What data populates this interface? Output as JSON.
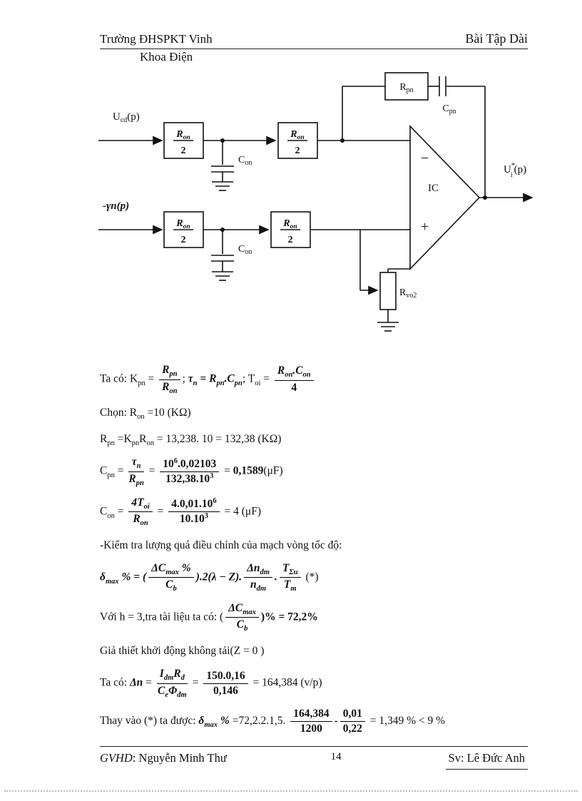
{
  "header": {
    "school": "Trường ĐHSPKT Vinh",
    "title": "Bài Tập Dài",
    "department": "Khoa Điện"
  },
  "diagram": {
    "input_ucd": {
      "main": "U",
      "sub": "cd",
      "tail": "(p)"
    },
    "input_gamma_n": "-γn(p)",
    "r_on_box": {
      "num": "R",
      "num_sub": "on",
      "den": "2"
    },
    "c_on": {
      "main": "C",
      "sub": "on"
    },
    "r_pn": {
      "main": "R",
      "sub": "pn"
    },
    "c_pn": {
      "main": "C",
      "sub": "pn"
    },
    "opamp": {
      "minus": "−",
      "plus": "+",
      "label": "IC"
    },
    "output_ui": {
      "main": "U",
      "sup": "*",
      "sub": "i",
      "tail": "(p)"
    },
    "r_vo2": {
      "main": "R",
      "sub": "vo2"
    }
  },
  "formulas": {
    "line1": [
      {
        "t": "t",
        "v": "Ta có: K"
      },
      {
        "t": "sub",
        "v": "pn"
      },
      {
        "t": "t",
        "v": " = "
      },
      {
        "t": "frac",
        "num": [
          {
            "t": "bi",
            "v": "R"
          },
          {
            "t": "bisub",
            "v": "pn"
          }
        ],
        "den": [
          {
            "t": "bi",
            "v": "R"
          },
          {
            "t": "bisub",
            "v": "on"
          }
        ]
      },
      {
        "t": "t",
        "v": ";  "
      },
      {
        "t": "bi",
        "v": "τ"
      },
      {
        "t": "bisub",
        "v": "n"
      },
      {
        "t": "bi",
        "v": " = R"
      },
      {
        "t": "bisub",
        "v": "pn"
      },
      {
        "t": "bi",
        "v": ".C"
      },
      {
        "t": "bisub",
        "v": "pn"
      },
      {
        "t": "t",
        "v": "; T"
      },
      {
        "t": "sub",
        "v": "oi"
      },
      {
        "t": "t",
        "v": " = "
      },
      {
        "t": "frac",
        "num": [
          {
            "t": "bi",
            "v": "R"
          },
          {
            "t": "bisub",
            "v": "on"
          },
          {
            "t": "bi",
            "v": ".C"
          },
          {
            "t": "bisub",
            "v": "on"
          }
        ],
        "den": [
          {
            "t": "b",
            "v": "4"
          }
        ]
      }
    ],
    "line2": [
      {
        "t": "t",
        "v": "Chọn:  R"
      },
      {
        "t": "sub",
        "v": "on"
      },
      {
        "t": "t",
        "v": " =10 (KΩ)"
      }
    ],
    "line3": [
      {
        "t": "t",
        "v": "R"
      },
      {
        "t": "sub",
        "v": "pn"
      },
      {
        "t": "t",
        "v": " =K"
      },
      {
        "t": "sub",
        "v": "pn"
      },
      {
        "t": "t",
        "v": "R"
      },
      {
        "t": "sub",
        "v": "on"
      },
      {
        "t": "t",
        "v": "   = 13,238. 10 = 132,38 (KΩ)"
      }
    ],
    "line4": [
      {
        "t": "t",
        "v": "C"
      },
      {
        "t": "sub",
        "v": "pn"
      },
      {
        "t": "t",
        "v": " = "
      },
      {
        "t": "frac",
        "num": [
          {
            "t": "bi",
            "v": "τ"
          },
          {
            "t": "bisub",
            "v": "n"
          }
        ],
        "den": [
          {
            "t": "bi",
            "v": "R"
          },
          {
            "t": "bisub",
            "v": "pn"
          }
        ]
      },
      {
        "t": "t",
        "v": " = "
      },
      {
        "t": "frac",
        "num": [
          {
            "t": "b",
            "v": "10"
          },
          {
            "t": "bsup",
            "v": "6"
          },
          {
            "t": "b",
            "v": ".0,02103"
          }
        ],
        "den": [
          {
            "t": "b",
            "v": "132,38.10"
          },
          {
            "t": "bsup",
            "v": "3"
          }
        ]
      },
      {
        "t": "t",
        "v": " = "
      },
      {
        "t": "b",
        "v": "0,1589"
      },
      {
        "t": "t",
        "v": "(μF)"
      }
    ],
    "line5": [
      {
        "t": "t",
        "v": "C"
      },
      {
        "t": "sub",
        "v": "on"
      },
      {
        "t": "t",
        "v": " = "
      },
      {
        "t": "frac",
        "num": [
          {
            "t": "bi",
            "v": "4T"
          },
          {
            "t": "bisub",
            "v": "oi"
          }
        ],
        "den": [
          {
            "t": "bi",
            "v": "R"
          },
          {
            "t": "bisub",
            "v": "on"
          }
        ]
      },
      {
        "t": "t",
        "v": " = "
      },
      {
        "t": "frac",
        "num": [
          {
            "t": "b",
            "v": "4.0,01.10"
          },
          {
            "t": "bsup",
            "v": "6"
          }
        ],
        "den": [
          {
            "t": "b",
            "v": "10.10"
          },
          {
            "t": "bsup",
            "v": "3"
          }
        ]
      },
      {
        "t": "t",
        "v": " = 4 (μF)"
      }
    ],
    "line6": [
      {
        "t": "t",
        "v": "-Kiểm tra lượng quá điều chỉnh  của mạch vòng tốc độ:"
      }
    ],
    "line7": [
      {
        "t": "bi",
        "v": "δ"
      },
      {
        "t": "bisub",
        "v": "max"
      },
      {
        "t": "bi",
        "v": " % = ("
      },
      {
        "t": "frac",
        "num": [
          {
            "t": "bi",
            "v": "ΔC"
          },
          {
            "t": "bisub",
            "v": "max"
          },
          {
            "t": "bi",
            "v": " %"
          }
        ],
        "den": [
          {
            "t": "bi",
            "v": "C"
          },
          {
            "t": "bisub",
            "v": "b"
          }
        ]
      },
      {
        "t": "bi",
        "v": ").2(λ − Z)."
      },
      {
        "t": "frac",
        "num": [
          {
            "t": "bi",
            "v": "Δn"
          },
          {
            "t": "bisub",
            "v": "đm"
          }
        ],
        "den": [
          {
            "t": "bi",
            "v": "n"
          },
          {
            "t": "bisub",
            "v": "đm"
          }
        ]
      },
      {
        "t": "bi",
        "v": "."
      },
      {
        "t": "frac",
        "num": [
          {
            "t": "bi",
            "v": "T"
          },
          {
            "t": "bisub",
            "v": "Σu"
          }
        ],
        "den": [
          {
            "t": "bi",
            "v": "T"
          },
          {
            "t": "bisub",
            "v": "m"
          }
        ]
      },
      {
        "t": "t",
        "v": "   (*)"
      }
    ],
    "line8": [
      {
        "t": "t",
        "v": "Với h = 3,tra tài liệu  ta có: ("
      },
      {
        "t": "frac",
        "num": [
          {
            "t": "bi",
            "v": "ΔC"
          },
          {
            "t": "bisub",
            "v": "max"
          }
        ],
        "den": [
          {
            "t": "bi",
            "v": "C"
          },
          {
            "t": "bisub",
            "v": "b"
          }
        ]
      },
      {
        "t": "b",
        "v": ")% = 72,2%"
      }
    ],
    "line9": [
      {
        "t": "t",
        "v": "Giả thiết  khởi động không  tải(Z = 0 )"
      }
    ],
    "line10": [
      {
        "t": "t",
        "v": "Ta có: "
      },
      {
        "t": "bi",
        "v": "Δn"
      },
      {
        "t": "t",
        "v": " = "
      },
      {
        "t": "frac",
        "num": [
          {
            "t": "bi",
            "v": "I"
          },
          {
            "t": "bisub",
            "v": "đm"
          },
          {
            "t": "bi",
            "v": "R"
          },
          {
            "t": "bisub",
            "v": "đ"
          }
        ],
        "den": [
          {
            "t": "bi",
            "v": "C"
          },
          {
            "t": "bisub",
            "v": "e"
          },
          {
            "t": "bi",
            "v": "Φ"
          },
          {
            "t": "bisub",
            "v": "đm"
          }
        ]
      },
      {
        "t": "t",
        "v": " = "
      },
      {
        "t": "frac",
        "num": [
          {
            "t": "b",
            "v": "150.0,16"
          }
        ],
        "den": [
          {
            "t": "b",
            "v": "0,146"
          }
        ]
      },
      {
        "t": "t",
        "v": " = 164,384 (v/p)"
      }
    ],
    "line11": [
      {
        "t": "t",
        "v": "Thay  vào (*) ta được: "
      },
      {
        "t": "bi",
        "v": "δ"
      },
      {
        "t": "bisub",
        "v": "max"
      },
      {
        "t": "bi",
        "v": " %"
      },
      {
        "t": "t",
        "v": " =72,2.2.1,5. "
      },
      {
        "t": "frac",
        "num": [
          {
            "t": "b",
            "v": "164,384"
          }
        ],
        "den": [
          {
            "t": "b",
            "v": "1200"
          }
        ]
      },
      {
        "t": "t",
        "v": "-"
      },
      {
        "t": "frac",
        "num": [
          {
            "t": "b",
            "v": "0,01"
          }
        ],
        "den": [
          {
            "t": "b",
            "v": "0,22"
          }
        ]
      },
      {
        "t": "t",
        "v": " = 1,349 % < 9 %"
      }
    ]
  },
  "footer": {
    "advisor_label": "GVHD",
    "advisor_rest": ": Nguyễn Minh Thư",
    "page_number": "14",
    "student": "Sv: Lê Đức Anh"
  }
}
